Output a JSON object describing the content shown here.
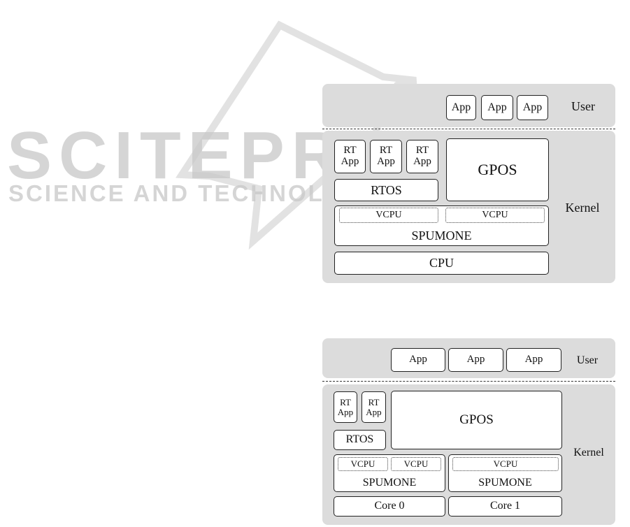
{
  "watermark": {
    "title": "SCITEPRESS",
    "subtitle": "SCIENCE AND TECHNOLOGY PUBLICATIONS"
  },
  "diagram_top": {
    "user_label": "User",
    "kernel_label": "Kernel",
    "apps": [
      "App",
      "App",
      "App"
    ],
    "rt_apps": [
      {
        "line1": "RT",
        "line2": "App"
      },
      {
        "line1": "RT",
        "line2": "App"
      },
      {
        "line1": "RT",
        "line2": "App"
      }
    ],
    "rtos": "RTOS",
    "gpos": "GPOS",
    "vcpus": [
      "VCPU",
      "VCPU"
    ],
    "spumone": "SPUMONE",
    "cpu": "CPU"
  },
  "diagram_bottom": {
    "user_label": "User",
    "kernel_label": "Kernel",
    "apps": [
      "App",
      "App",
      "App"
    ],
    "rt_apps": [
      {
        "line1": "RT",
        "line2": "App"
      },
      {
        "line1": "RT",
        "line2": "App"
      }
    ],
    "rtos": "RTOS",
    "gpos": "GPOS",
    "vcpus_left": [
      "VCPU",
      "VCPU"
    ],
    "vcpus_right": [
      "VCPU"
    ],
    "spumone_left": "SPUMONE",
    "spumone_right": "SPUMONE",
    "core0": "Core 0",
    "core1": "Core 1"
  }
}
